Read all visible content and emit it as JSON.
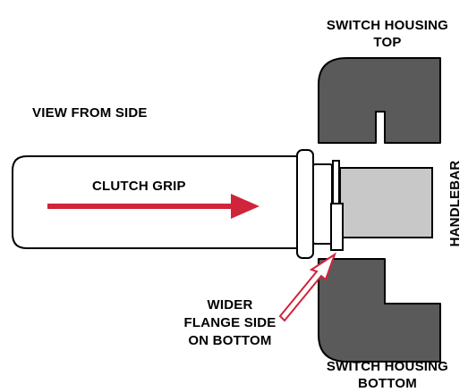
{
  "labels": {
    "switch_housing_top_line1": "SWITCH HOUSING",
    "switch_housing_top_line2": "TOP",
    "view_from_side": "VIEW FROM SIDE",
    "clutch_grip": "CLUTCH GRIP",
    "handlebar": "HANDLEBAR",
    "wider_flange_line1": "WIDER",
    "wider_flange_line2": "FLANGE SIDE",
    "wider_flange_line3": "ON BOTTOM",
    "switch_housing_bottom_line1": "SWITCH HOUSING",
    "switch_housing_bottom_line2": "BOTTOM"
  },
  "colors": {
    "housing_fill": "#5a5a5a",
    "handlebar_fill": "#c8c8c8",
    "outline": "#000000",
    "arrow_red": "#d0243a",
    "background": "#ffffff"
  }
}
